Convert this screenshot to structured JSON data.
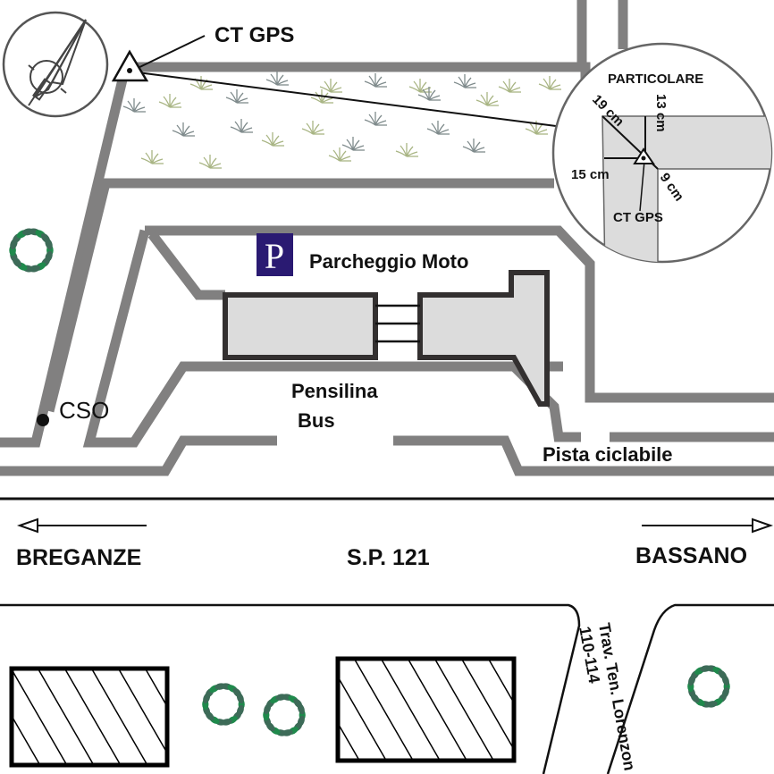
{
  "map": {
    "title": "Site map – CT GPS",
    "labels": {
      "ct_gps": "CT GPS",
      "parking": "Parcheggio Moto",
      "parking_sign": "P",
      "shelter_line1": "Pensilina",
      "shelter_line2": "Bus",
      "cso": "CSO",
      "bike_path": "Pista ciclabile",
      "road_name": "S.P. 121",
      "dir_left": "BREGANZE",
      "dir_right": "BASSANO",
      "side_street_line1": "Trav. Ten. Lorenzon",
      "side_street_line2": "110-114"
    },
    "detail": {
      "title": "PARTICOLARE",
      "point_label": "CT GPS",
      "measurements": {
        "diagonal": "19 cm",
        "vertical": "13 cm",
        "horizontal": "15 cm",
        "corner": "9 cm"
      }
    },
    "colors": {
      "road": "#818080",
      "building_fill": "#dcdcdc",
      "building_stroke": "#333030",
      "parking_sign_bg": "#2a1a72",
      "tree": "#3d6b58",
      "grass_light": "#a9b584",
      "grass_dark": "#7f8b8c"
    }
  }
}
